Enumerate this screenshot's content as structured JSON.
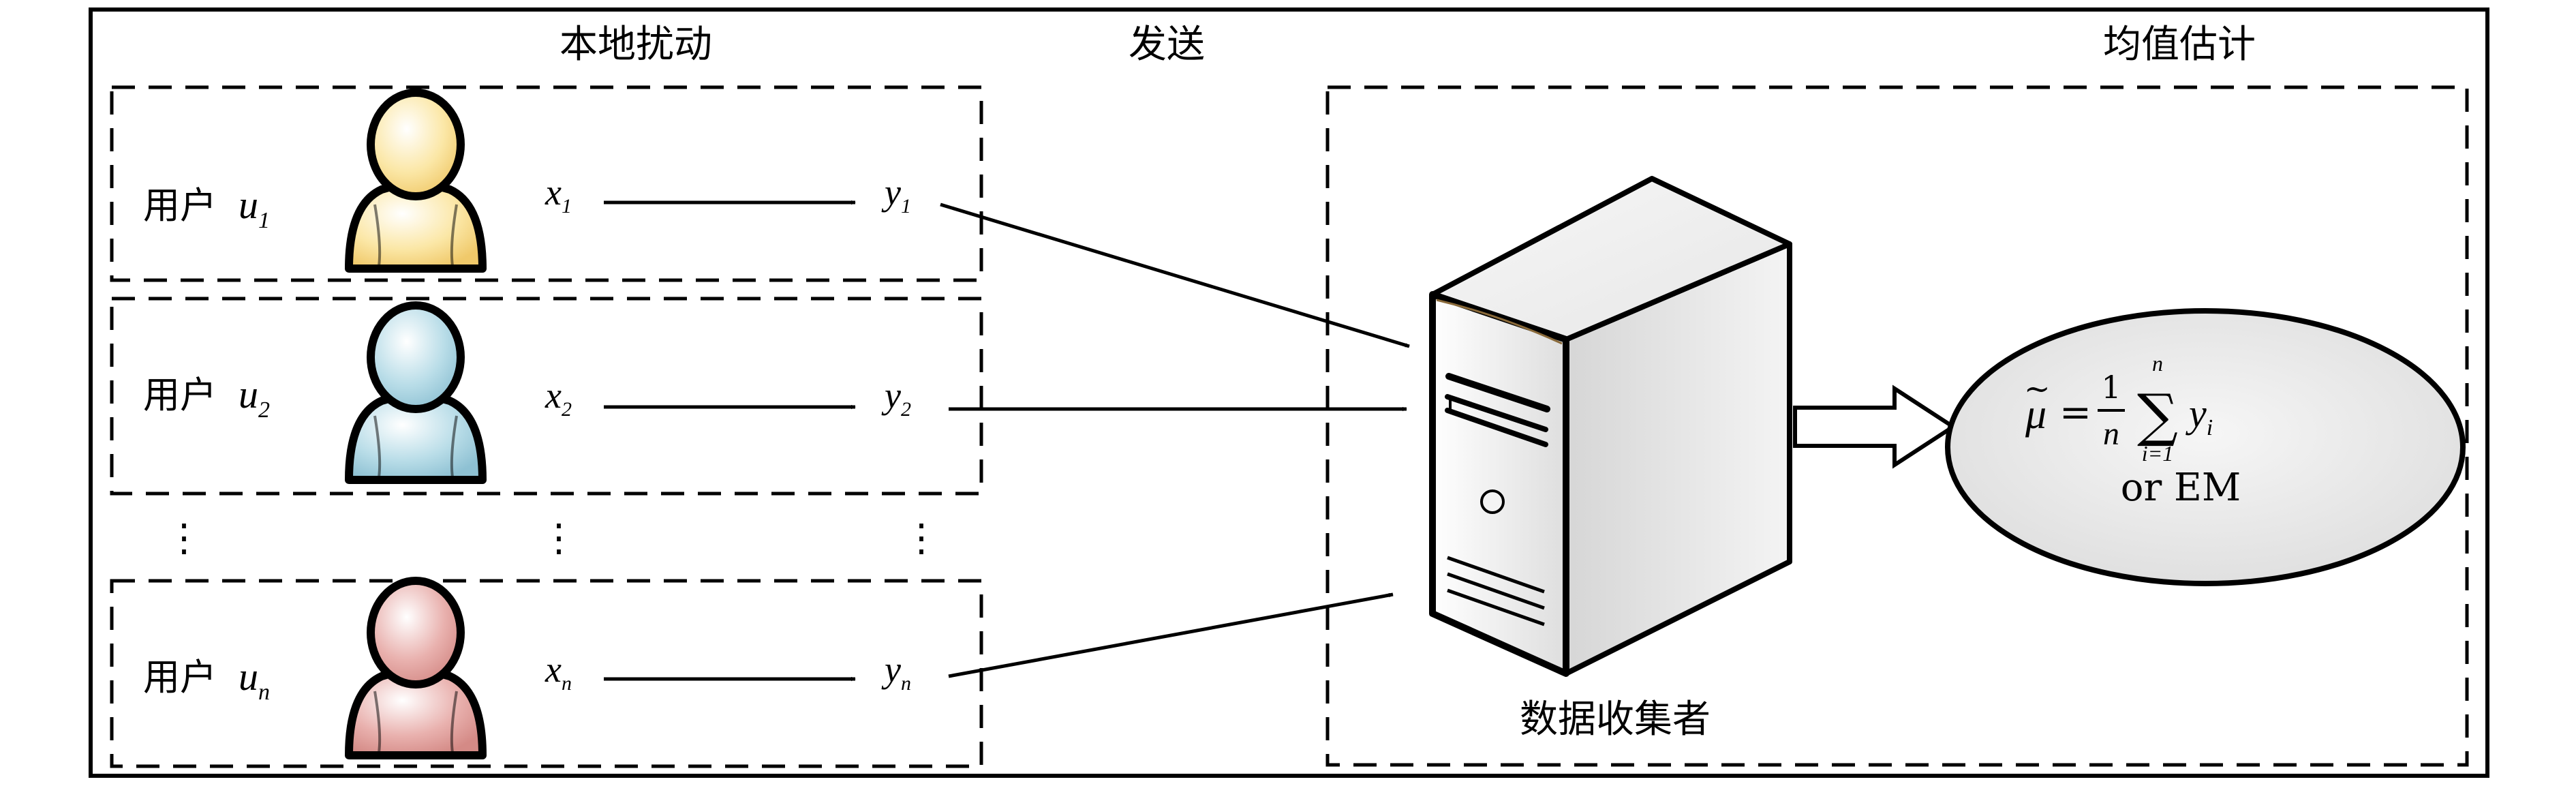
{
  "headers": {
    "local_perturb": "本地扰动",
    "send": "发送",
    "mean_estimate": "均值估计"
  },
  "users": [
    {
      "label": "用户",
      "u": "u",
      "u_sub": "1",
      "x": "x",
      "x_sub": "1",
      "y": "y",
      "y_sub": "1",
      "color": "#fbe7a6"
    },
    {
      "label": "用户",
      "u": "u",
      "u_sub": "2",
      "x": "x",
      "x_sub": "2",
      "y": "y",
      "y_sub": "2",
      "color": "#b9dde8"
    },
    {
      "label": "用户",
      "u": "u",
      "u_sub": "n",
      "x": "x",
      "x_sub": "n",
      "y": "y",
      "y_sub": "n",
      "color": "#e9b1ae"
    }
  ],
  "ellipsis": "⋮",
  "server": {
    "label": "数据收集者",
    "icon": "server-icon"
  },
  "estimator": {
    "mu": "μ",
    "tilde": "~",
    "equals": "=",
    "frac_num": "1",
    "frac_den": "n",
    "sigma": "∑",
    "sum_top": "n",
    "sum_bottom": "i=1",
    "y": "y",
    "y_sub": "i",
    "alt": "or EM"
  }
}
